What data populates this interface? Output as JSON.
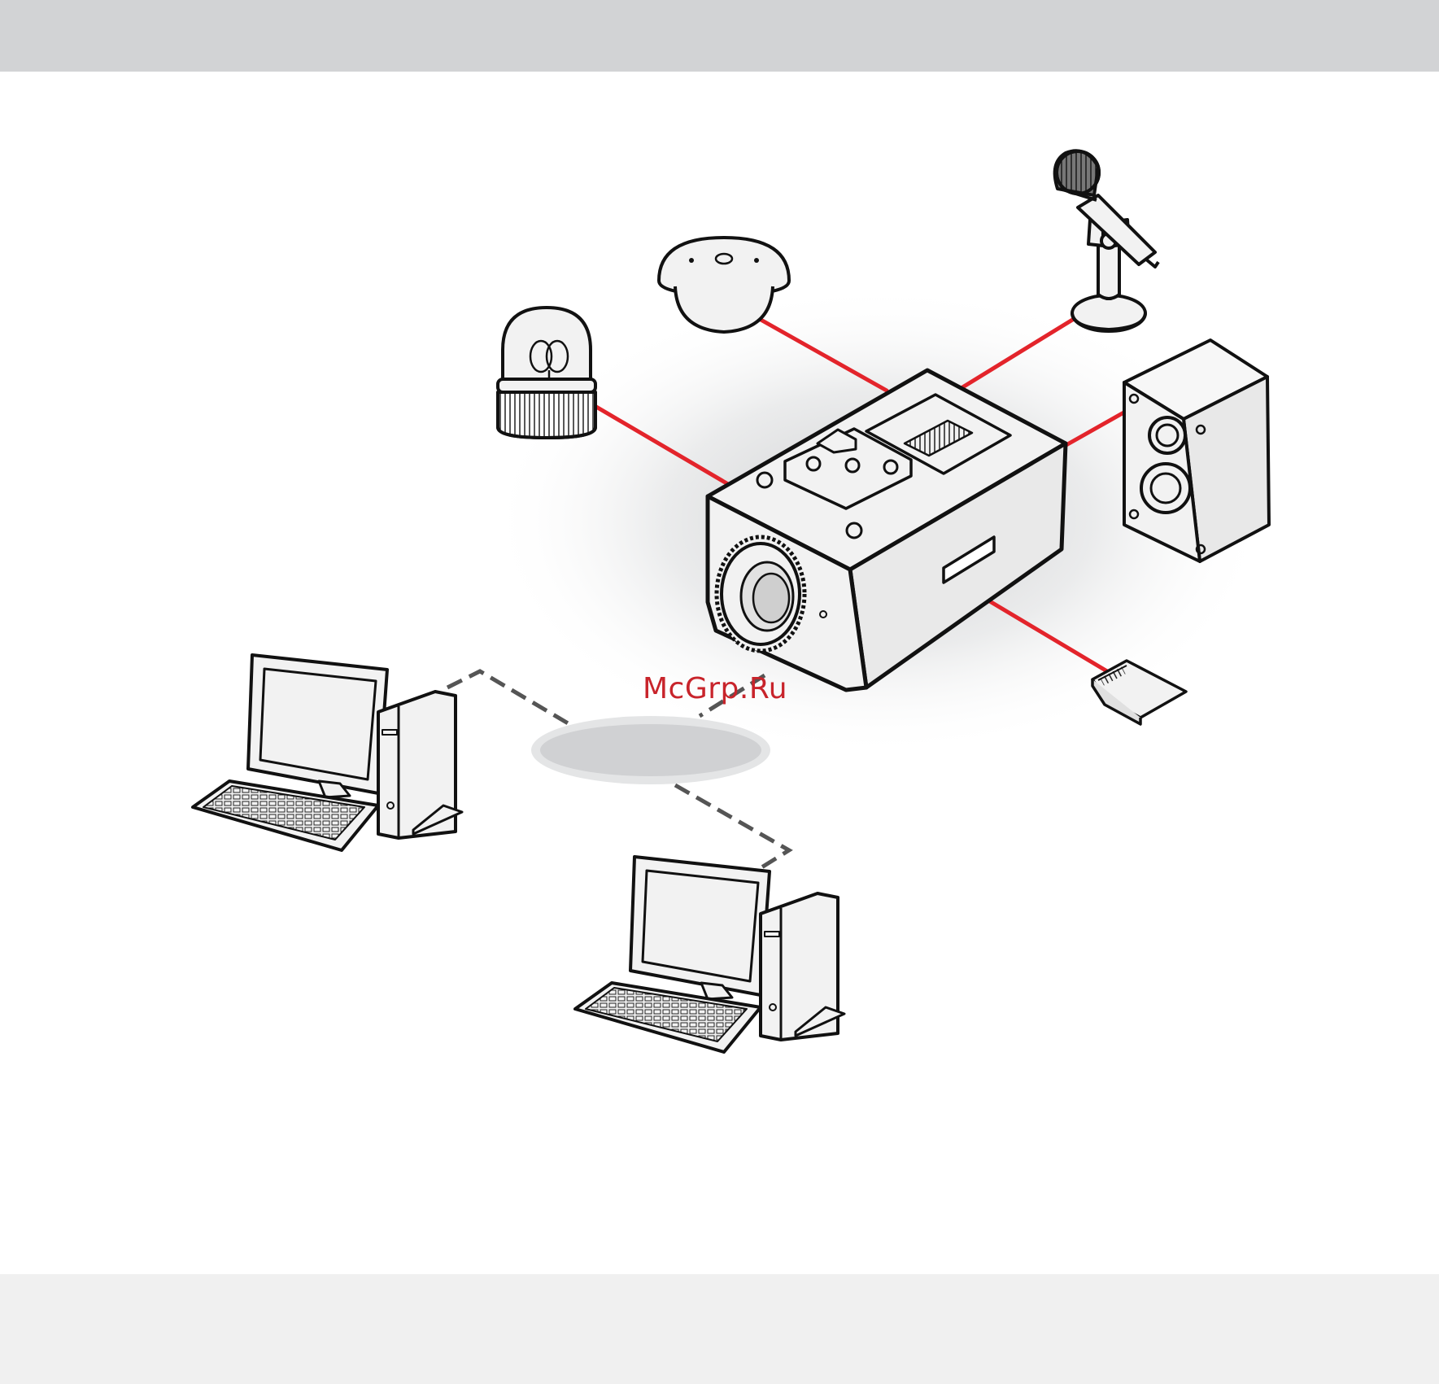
{
  "watermark": {
    "text": "McGrp.Ru"
  },
  "colors": {
    "connector": "#e3242b",
    "network_link": "#555555",
    "outline": "#111111",
    "device_fill": "#f2f2f2",
    "network_cloud": "#d0d1d3",
    "header_band": "#d2d3d5",
    "footer_band": "#f0f0f0"
  },
  "diagram": {
    "center_device": "box-camera",
    "peripherals": [
      "alarm-beacon",
      "dome-camera",
      "microphone",
      "speaker",
      "sd-card"
    ],
    "network": {
      "node": "network-cloud",
      "clients": [
        "pc-left",
        "pc-bottom"
      ],
      "link_style": "dashed"
    }
  }
}
